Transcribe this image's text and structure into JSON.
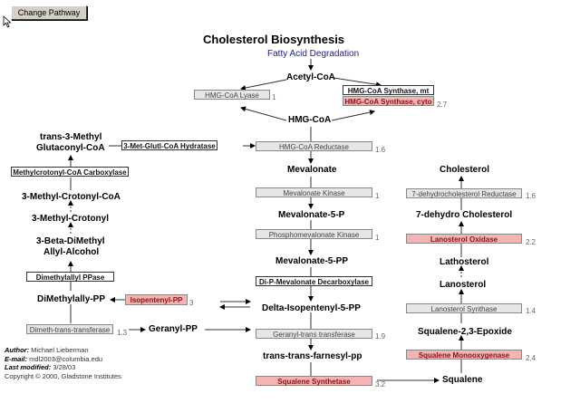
{
  "toolbar": {
    "change_pathway_label": "Change Pathway"
  },
  "header": {
    "title": "Cholesterol Biosynthesis",
    "link": "Fatty Acid Degradation"
  },
  "metabolites": {
    "acetyl_coa": "Acetyl-CoA",
    "hmg_coa": "HMG-CoA",
    "trans_methyl_glutaconyl_1": "trans-3-Methyl",
    "trans_methyl_glutaconyl_2": "Glutaconyl-CoA",
    "methyl_crotonyl_coa": "3-Methyl-Crotonyl-CoA",
    "methyl_crotonyl": "3-Methyl-Crotonyl",
    "beta_dimethyl_1": "3-Beta-DiMethyl",
    "beta_dimethyl_2": "Allyl-Alcohol",
    "dimethylallyl_pp": "DiMethylally-PP",
    "geranyl_pp": "Geranyl-PP",
    "mevalonate": "Mevalonate",
    "mevalonate_5p": "Mevalonate-5-P",
    "mevalonate_5pp": "Mevalonate-5-PP",
    "delta_isopentenyl": "Delta-Isopentenyl-5-PP",
    "farnesyl_pp": "trans-trans-farnesyl-pp",
    "squalene": "Squalene",
    "squalene_epoxide": "Squalene-2,3-Epoxide",
    "lanosterol": "Lanosterol",
    "lathosterol": "Lathosterol",
    "dehydro_cholesterol": "7-dehydro Cholesterol",
    "cholesterol": "Cholesterol"
  },
  "enzymes": {
    "hmg_coa_lyase": {
      "label": "HMG-CoA Lyase",
      "value": "1"
    },
    "hmg_coa_synthase_mt": {
      "label": "HMG-CoA Synthase, mt"
    },
    "hmg_coa_synthase_cyto": {
      "label": "HMG-CoA Synthase, cyto",
      "value": "2.7"
    },
    "met_glutl_hydratase": {
      "label": "3-Met-Glutl-CoA Hydratase"
    },
    "methylcrotonyl_carboxylase": {
      "label": "Methylcrotonyl-CoA Carboxylase"
    },
    "dimethylallyl_ppase": {
      "label": "Dimethylallyl PPase"
    },
    "isopentenyl_pp": {
      "label": "Isopentenyl-PP",
      "value": "3"
    },
    "dimeth_trans_transferase": {
      "label": "Dimeth-trans-transferase",
      "value": "1.3"
    },
    "hmg_coa_reductase": {
      "label": "HMG-CoA Reductase",
      "value": "1.6"
    },
    "mevalonate_kinase": {
      "label": "Mevalonate Kinase",
      "value": "1"
    },
    "phosphomevalonate_kinase": {
      "label": "Phosphomevalonate Kinase",
      "value": "1"
    },
    "dip_mevalonate_decarboxylase": {
      "label": "Di-P-Mevalonate Decarboxylase"
    },
    "geranyl_trans_transferase": {
      "label": "Geranyl-trans transferase",
      "value": "1.9"
    },
    "squalene_synthetase": {
      "label": "Squalene Synthetase",
      "value": "3.2"
    },
    "dehydrocholesterol_reductase": {
      "label": "7-dehydrocholesterol Reductase",
      "value": "1.6"
    },
    "lanosterol_oxidase": {
      "label": "Lanosterol Oxidase",
      "value": "2.2"
    },
    "lanosterol_synthase": {
      "label": "Lanosterol Synthase",
      "value": "1.4"
    },
    "squalene_monooxygenase": {
      "label": "Squalene Monooxygenase",
      "value": "2.4"
    }
  },
  "footer": {
    "author_label": "Author:",
    "author": "Michael Lieberman",
    "email_label": "E-mail:",
    "email": "mdl2003@columbia.edu",
    "modified_label": "Last modified:",
    "modified": "3/28/03",
    "copyright": "Copyright © 2000, Gladstone Institutes"
  },
  "colors": {
    "upregulated": "#f4b4b4",
    "neutral": "#e6e6e6",
    "link": "#1a1a9a"
  }
}
